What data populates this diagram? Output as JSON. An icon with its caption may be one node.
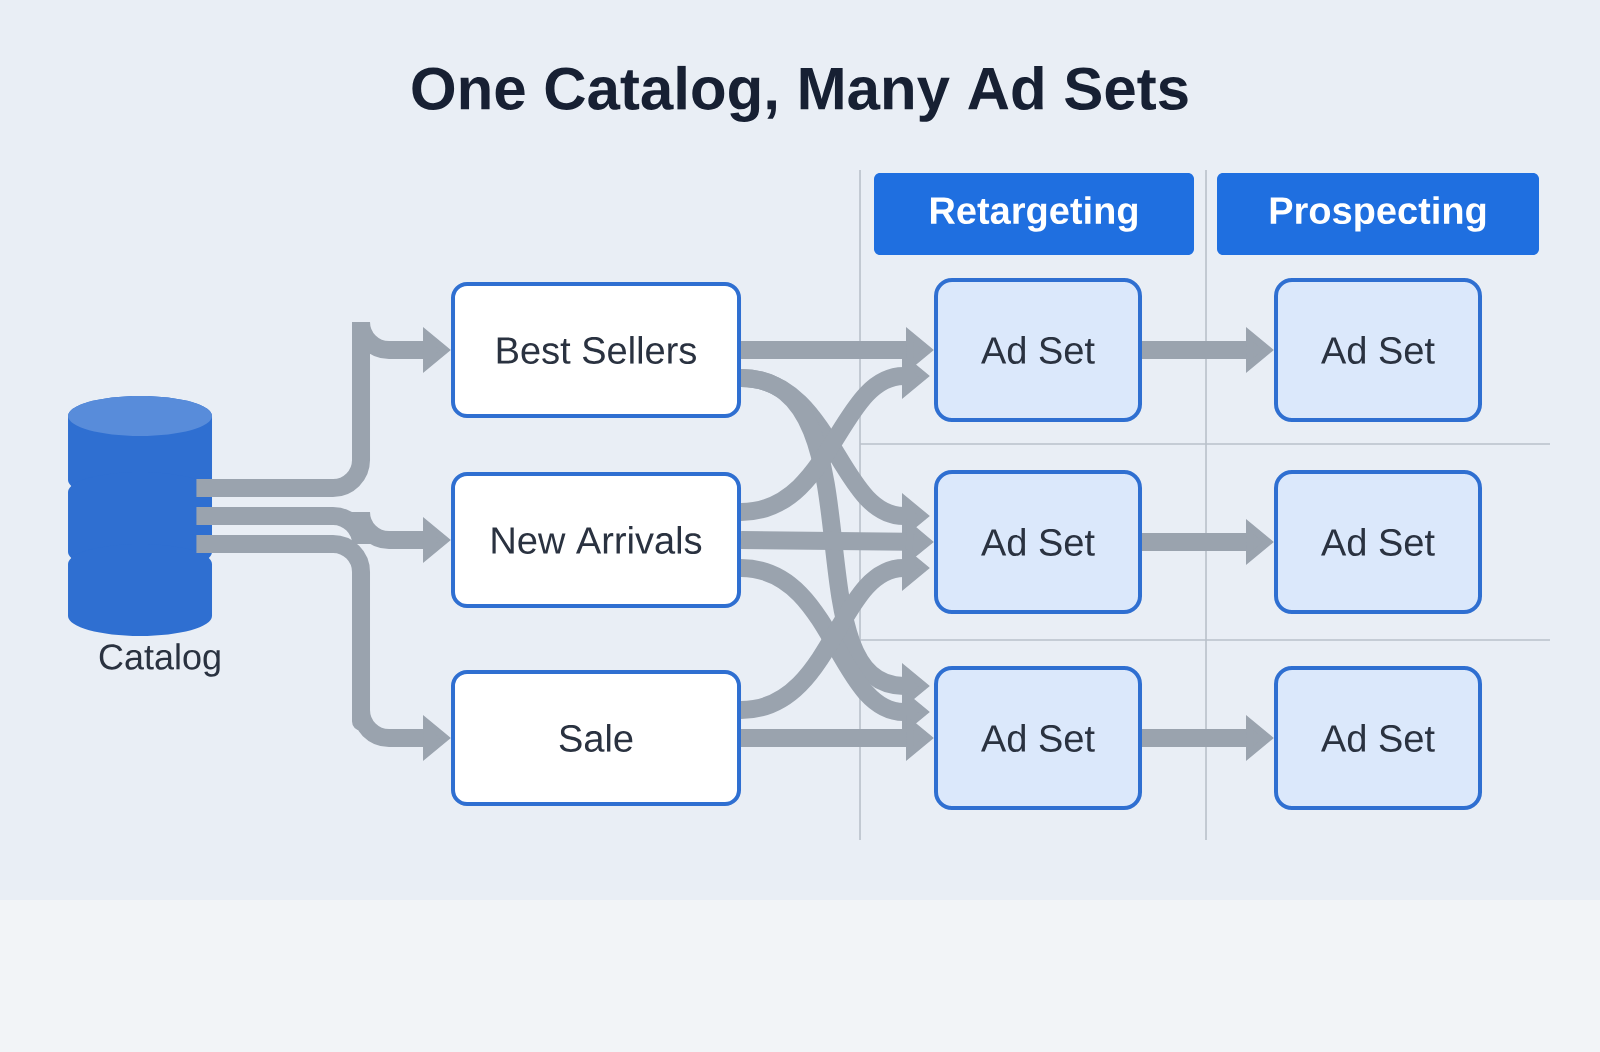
{
  "diagram": {
    "title": "One Catalog, Many Ad Sets",
    "nodes": [
      {
        "text": [],
        "shape": "cylinder",
        "beside": [
          "Catalog"
        ]
      },
      {
        "text": [
          "Best Sellers"
        ]
      },
      {
        "text": [
          "New Arrivals"
        ]
      },
      {
        "text": [
          "Sale"
        ]
      },
      {
        "text": [
          "Retargeting"
        ]
      },
      {
        "text": [
          "Prospecting"
        ]
      },
      {
        "text": [
          "Ad Set"
        ]
      },
      {
        "text": [
          "Ad Set"
        ]
      },
      {
        "text": [
          "Ad Set"
        ]
      },
      {
        "text": [
          "Ad Set"
        ]
      },
      {
        "text": [
          "Ad Set"
        ]
      },
      {
        "text": [
          "Ad Set"
        ]
      }
    ],
    "edges": [
      {
        "from": 0,
        "to": 1,
        "arrow": "to"
      },
      {
        "from": 0,
        "to": 2,
        "arrow": "to"
      },
      {
        "from": 0,
        "to": 3,
        "arrow": "to"
      },
      {
        "from": 1,
        "to": 6,
        "arrow": "to"
      },
      {
        "from": 1,
        "to": 8,
        "arrow": "to"
      },
      {
        "from": 1,
        "to": 10,
        "arrow": "to"
      },
      {
        "from": 2,
        "to": 6,
        "arrow": "to"
      },
      {
        "from": 2,
        "to": 8,
        "arrow": "to"
      },
      {
        "from": 2,
        "to": 10,
        "arrow": "to"
      },
      {
        "from": 3,
        "to": 8,
        "arrow": "to"
      },
      {
        "from": 3,
        "to": 10,
        "arrow": "to"
      },
      {
        "from": 6,
        "to": 7,
        "arrow": "to"
      },
      {
        "from": 8,
        "to": 9,
        "arrow": "to"
      },
      {
        "from": 10,
        "to": 11,
        "arrow": "to"
      }
    ]
  }
}
